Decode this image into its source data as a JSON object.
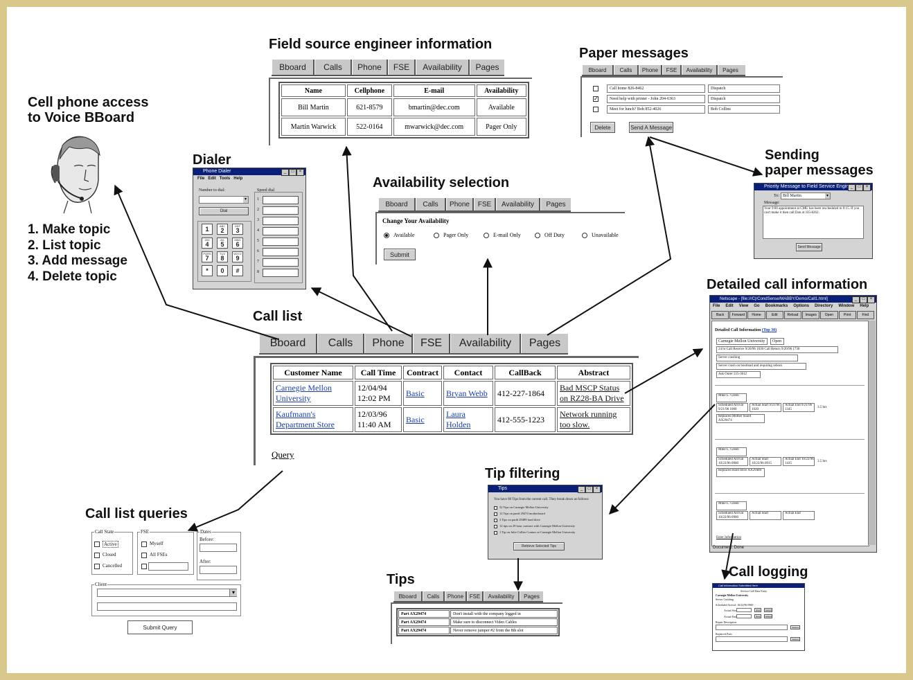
{
  "titles": {
    "field_source": "Field source engineer information",
    "paper_messages": "Paper messages",
    "cell_phone_1": "Cell phone access",
    "cell_phone_2": "to Voice BBoard",
    "dialer": "Dialer",
    "availability": "Availability selection",
    "sending_1": "Sending",
    "sending_2": "paper messages",
    "detailed": "Detailed call information",
    "call_list": "Call list",
    "tip_filtering": "Tip filtering",
    "call_list_queries": "Call list queries",
    "tips": "Tips",
    "call_logging": "Call logging"
  },
  "voice_steps": [
    "1.  Make topic",
    "2.  List topic",
    "3.  Add message",
    "4.  Delete topic"
  ],
  "tabs": [
    "Bboard",
    "Calls",
    "Phone",
    "FSE",
    "Availability",
    "Pages"
  ],
  "main_tabs": [
    "Bboard",
    "Calls",
    "Phone",
    "FSE",
    "Availability",
    "Pages"
  ],
  "fse_table": {
    "headers": [
      "Name",
      "Cellphone",
      "E-mail",
      "Availability"
    ],
    "rows": [
      [
        "Bill Martin",
        "621-8579",
        "bmartin@dec.com",
        "Available"
      ],
      [
        "Martin Warwick",
        "522-0164",
        "mwarwick@dec.com",
        "Pager Only"
      ]
    ]
  },
  "paper_msgs": {
    "rows": [
      {
        "checked": false,
        "text": "Call home 826-8462",
        "to": "Dispatch"
      },
      {
        "checked": true,
        "text": "Need help with printer - John 204-6363",
        "to": "Dispatch"
      },
      {
        "checked": false,
        "text": "Meet for lunch? Bob 852-4026",
        "to": "Bob Collins"
      }
    ],
    "delete_label": "Delete",
    "send_label": "Send A Message"
  },
  "dialer": {
    "title": "Phone Dialer",
    "menu": [
      "File",
      "Edit",
      "Tools",
      "Help"
    ],
    "number_label": "Number to dial:",
    "dial_label": "Dial",
    "speed_label": "Speed dial",
    "keys": [
      {
        "d": "1",
        "s": ""
      },
      {
        "d": "2",
        "s": "ABC"
      },
      {
        "d": "3",
        "s": "DEF"
      },
      {
        "d": "4",
        "s": "GHI"
      },
      {
        "d": "5",
        "s": "JKL"
      },
      {
        "d": "6",
        "s": "MNO"
      },
      {
        "d": "7",
        "s": "PQRS"
      },
      {
        "d": "8",
        "s": "TUV"
      },
      {
        "d": "9",
        "s": "WXYZ"
      },
      {
        "d": "*",
        "s": ""
      },
      {
        "d": "0",
        "s": ""
      },
      {
        "d": "#",
        "s": ""
      }
    ],
    "speed": [
      "1",
      "2",
      "3",
      "4",
      "5",
      "6",
      "7",
      "8"
    ]
  },
  "availability": {
    "heading": "Change Your Availability",
    "options": [
      {
        "label": "Available",
        "selected": true
      },
      {
        "label": "Pager Only",
        "selected": false
      },
      {
        "label": "E-mail Only",
        "selected": false
      },
      {
        "label": "Off Duty",
        "selected": false
      },
      {
        "label": "Unavailable",
        "selected": false
      }
    ],
    "submit_label": "Submit"
  },
  "sending": {
    "title": "Priority Message to Field Service Engineer",
    "to_label": "To:",
    "to_value": "Bill Martin",
    "message_label": "Message:",
    "message_text": "Your 9:00 appointment at CMU has been rescheduled to 9:15. If you can't make it then call Dan at 335-8262.",
    "send_label": "Send Message"
  },
  "call_list": {
    "headers": [
      "Customer Name",
      "Call Time",
      "Contract",
      "Contact",
      "CallBack",
      "Abstract"
    ],
    "rows": [
      {
        "customer": "Carnegie Mellon University",
        "time": "12/04/94 12:02 PM",
        "contract": "Basic",
        "contact": "Bryan Webb",
        "callback": "412-227-1864",
        "abstract": "Bad MSCP Status on RZ28-BA Drive"
      },
      {
        "customer": "Kaufmann's Department Store",
        "time": "12/03/96 11:40 AM",
        "contract": "Basic",
        "contact": "Laura Holden",
        "callback": "412-555-1223",
        "abstract": "Network running too slow."
      }
    ],
    "query_label": "Query"
  },
  "detailed": {
    "title": "Netscape - [file:///C|/CondSense/MABBY/Demo/Call1.html]",
    "menu": [
      "File",
      "Edit",
      "View",
      "Go",
      "Bookmarks",
      "Options",
      "Directory",
      "Window",
      "Help"
    ],
    "toolbar": [
      "Back",
      "Forward",
      "Home",
      "Edit",
      "Reload",
      "Images",
      "Open",
      "Print",
      "Find"
    ],
    "heading": "Detailed Call Information",
    "heading_link": "(Top 30)",
    "customer": "Carnegie Mellon University",
    "status": "Open",
    "line1": "24 hr  Call Receive  9/20/96 1630  Call Return  9/20/96 1730",
    "line2": "Server crashing",
    "line3": "Server crash on bootload and requiring reboot",
    "line4": "Ask Outer  555-3612",
    "engineer": "Mike L. Green",
    "visits": [
      {
        "sched": "Scheduled Arrival 9/21/96 1000",
        "arr": "Actual Start 9/21/96 1020",
        "end": "Actual End 9/21/96 1345",
        "hrs": "3.5 hrs",
        "note": "Replaced Mother board AX29474"
      },
      {
        "sched": "Scheduled Arrival 10/22/96 0900",
        "arr": "Actual Start 10/22/96 0915",
        "end": "Actual End 10/22/96 1415",
        "hrs": "3.5 hrs",
        "note": "Replaced Hard drive AX29489"
      },
      {
        "sched": "Scheduled Arrival 10/22/96 0900",
        "arr": "Actual Start",
        "end": "Actual End",
        "hrs": "",
        "note": ""
      }
    ],
    "enter_link": "Enter Information",
    "status_bar": "Document: Done"
  },
  "tip_filter": {
    "title": "Tips",
    "intro": "You have 98 Tips from the current call. They break down as follows:",
    "items": [
      "52 Tips on Carnegie Mellon University",
      "12 Tips on part# 29474 motherboard",
      "3 Tips on part# 29489 hard drive",
      "12 tips on 29 hour contract with Carnegie Mellon University",
      "1 Tip on Julie Collier Contact at Carnegie Mellon University"
    ],
    "button": "Retrieve Selected Tips"
  },
  "queries": {
    "call_state_label": "Call State",
    "call_states": [
      "Active",
      "Closed",
      "Cancelled"
    ],
    "fse_label": "FSE",
    "fse_opts": [
      "Myself",
      "All FSEs"
    ],
    "dates_label": "Dates",
    "before_label": "Before:",
    "after_label": "After:",
    "client_label": "Client",
    "submit_label": "Submit Query"
  },
  "tips_table": {
    "rows": [
      [
        "Part AX29474",
        "Don't install with the company logged in"
      ],
      [
        "Part AX29474",
        "Make sure to disconnect Video Cables"
      ],
      [
        "Part AX29474",
        "Never remove jumper #2 from the 8th slot"
      ]
    ]
  },
  "call_logging": {
    "title": "Call Information Submitted Here",
    "heading": "Service Call Data Entry",
    "customer": "Carnegie Mellon University",
    "server": "Server Crashing",
    "sched": "Scheduled Arrival: 10/22/96 0900",
    "actual_start": "Actual Start:",
    "actual_end": "Actual End:",
    "now1": "Now",
    "submit1": "Submit",
    "now2": "Now",
    "submit2": "Submit",
    "repair_label": "Repair Description",
    "submit3": "Submit",
    "replaced_label": "Replaced Parts",
    "submit4": "Submit"
  }
}
